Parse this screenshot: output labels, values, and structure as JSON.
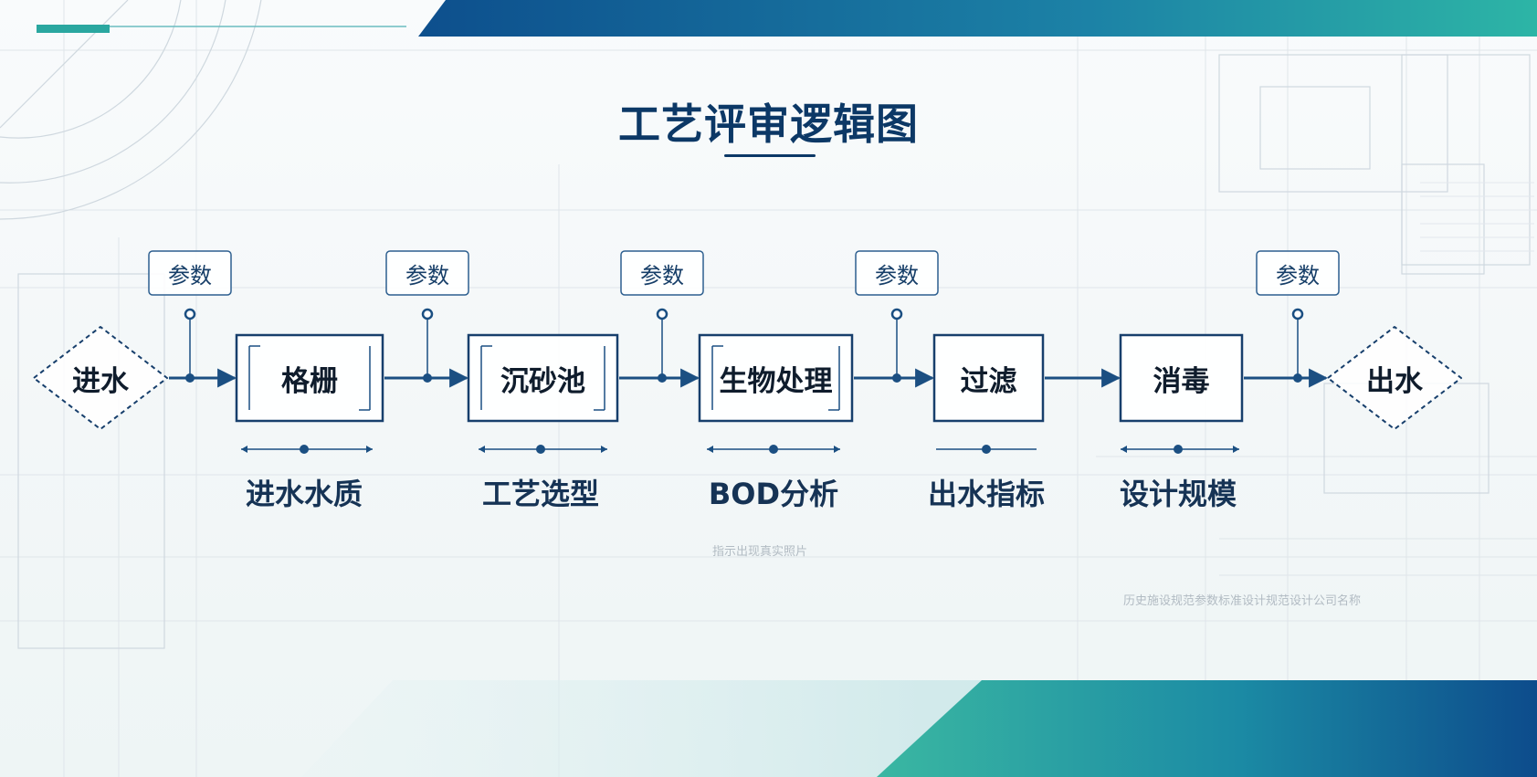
{
  "title": "工艺评审逻辑图",
  "colors": {
    "primary": "#0c3866",
    "box_border": "#173f6c",
    "arrow": "#1b4f82",
    "accent_teal": "#2aa7a0",
    "accent_blue": "#0f5f99"
  },
  "nodes": [
    {
      "id": "inlet",
      "shape": "diamond",
      "label": "进水"
    },
    {
      "id": "screen",
      "shape": "box",
      "label": "格栅"
    },
    {
      "id": "grit",
      "shape": "box",
      "label": "沉砂池"
    },
    {
      "id": "bio",
      "shape": "box",
      "label": "生物处理"
    },
    {
      "id": "filter",
      "shape": "box",
      "label": "过滤"
    },
    {
      "id": "disinfect",
      "shape": "box",
      "label": "消毒"
    },
    {
      "id": "outlet",
      "shape": "diamond",
      "label": "出水"
    }
  ],
  "params": [
    {
      "label": "参数"
    },
    {
      "label": "参数"
    },
    {
      "label": "参数"
    },
    {
      "label": "参数"
    },
    {
      "label": "参数"
    }
  ],
  "sub_labels": [
    {
      "label": "进水水质"
    },
    {
      "label": "工艺选型"
    },
    {
      "label": "BOD分析"
    },
    {
      "label": "出水指标"
    },
    {
      "label": "设计规模"
    }
  ],
  "faint_texts": [
    {
      "label": "指示出现真实照片"
    },
    {
      "label": "历史施设规范参数标准设计规范设计公司名称"
    }
  ]
}
